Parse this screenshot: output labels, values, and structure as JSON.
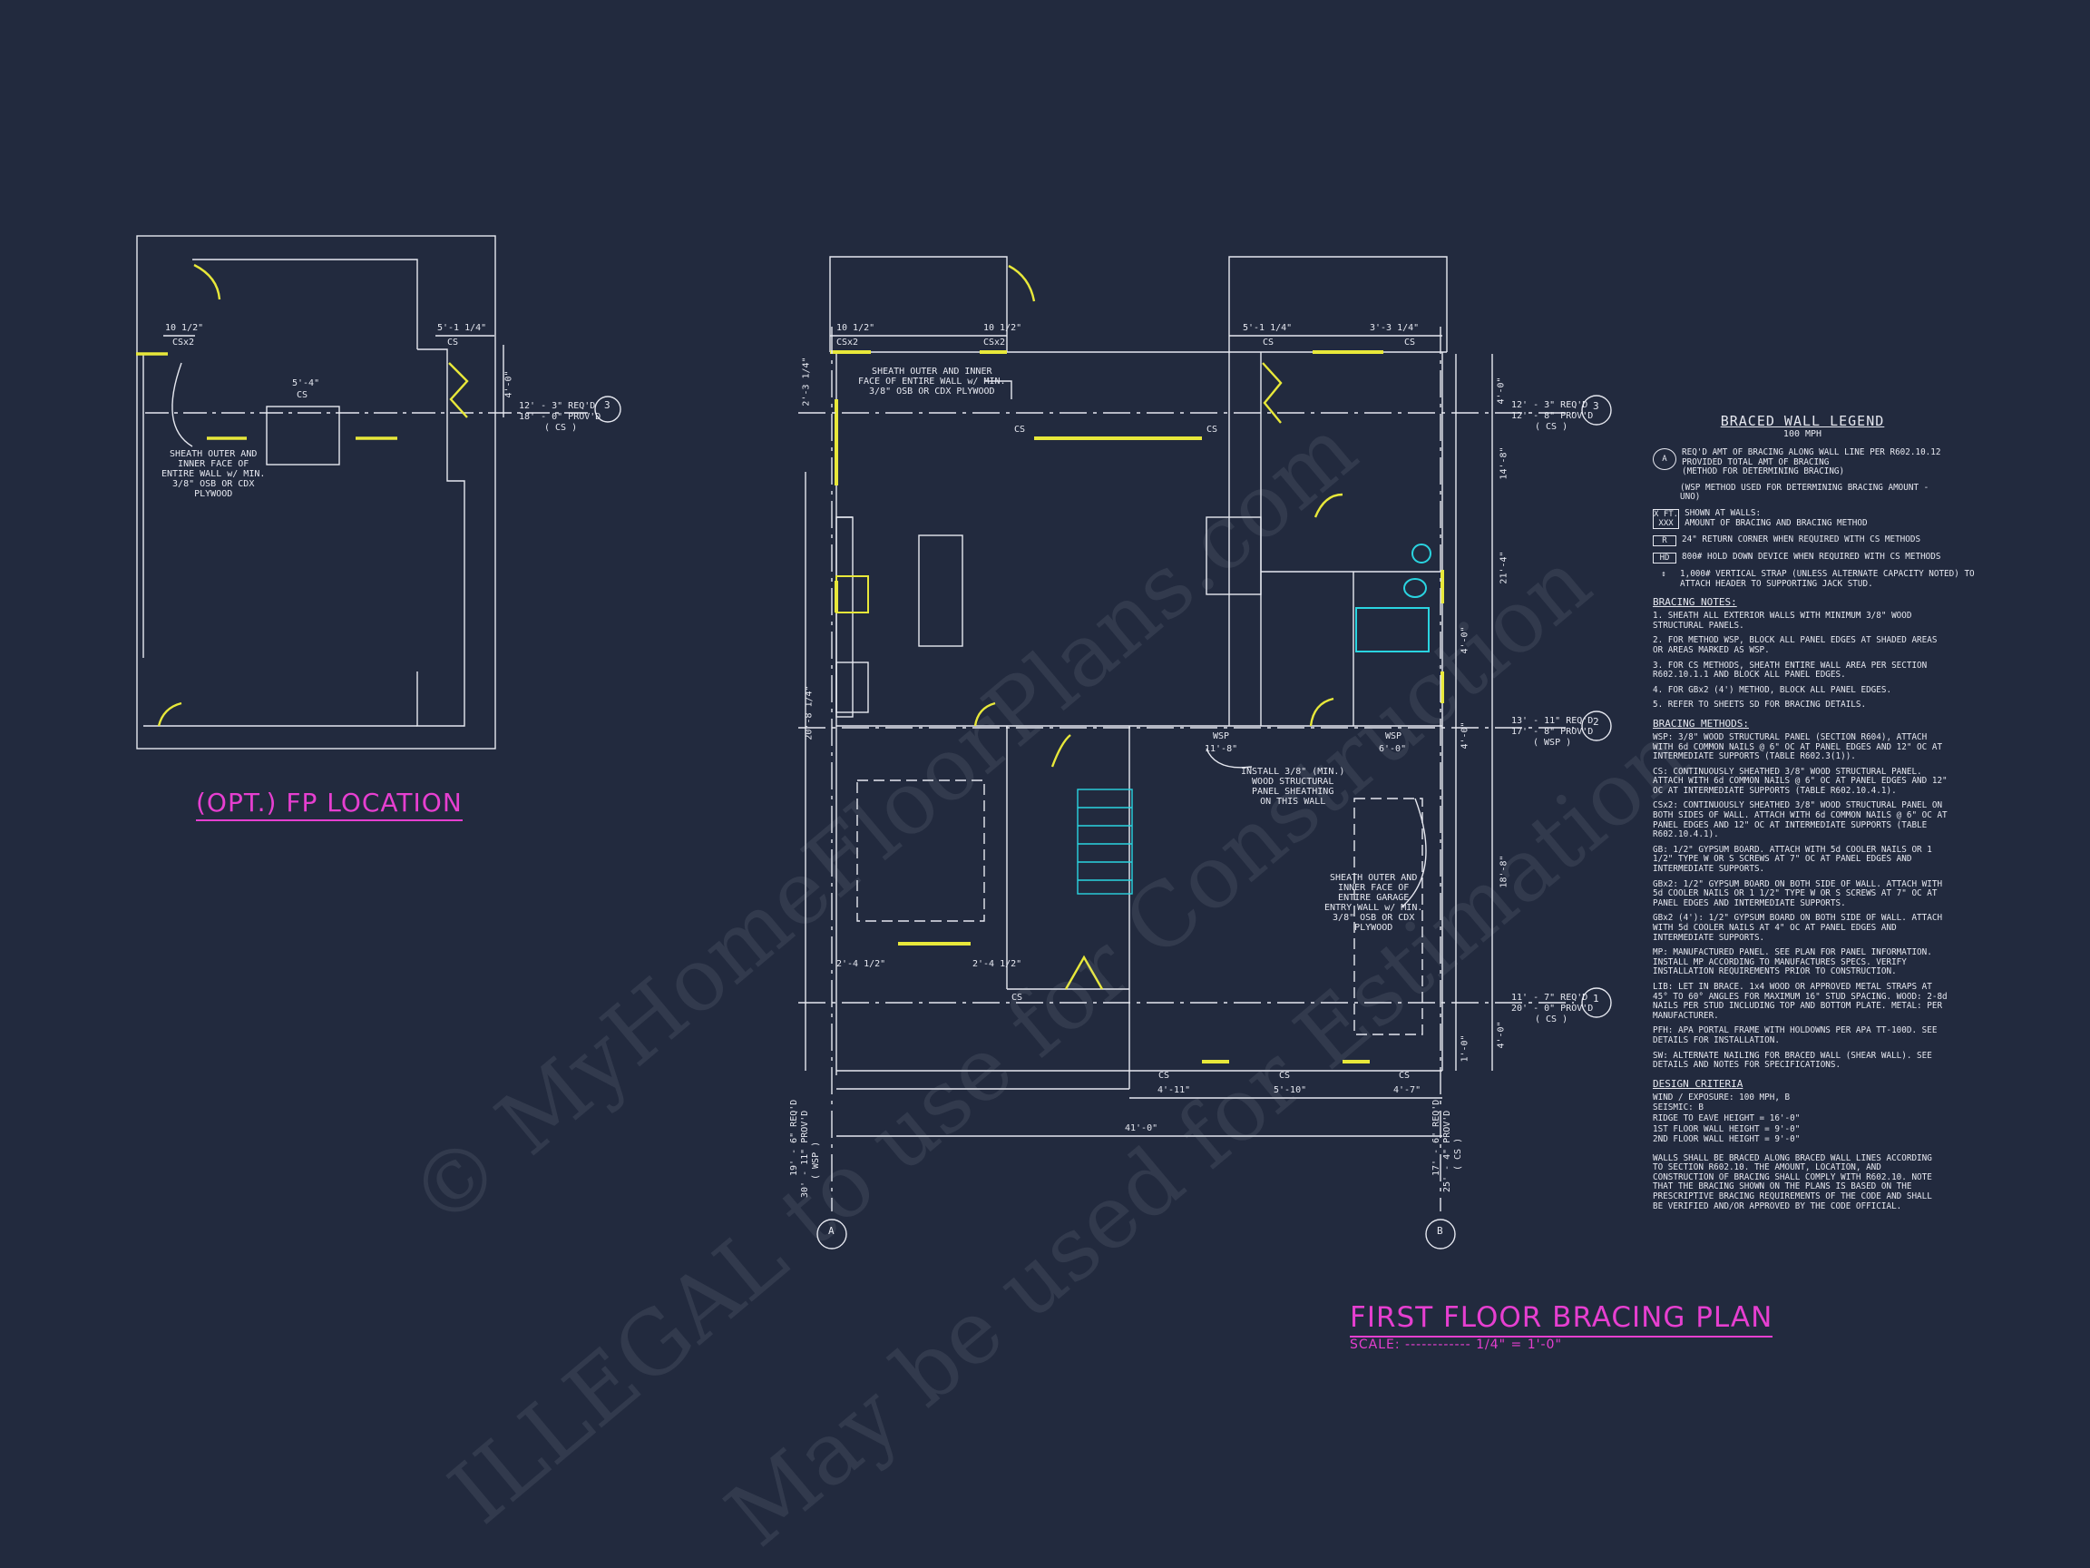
{
  "watermark": {
    "line1": "© MyHomeFloorPlans.com",
    "line2": "ILLEGAL to use for Construction",
    "line3": "May be used for Estimation"
  },
  "fp_location": {
    "title": "(OPT.) FP LOCATION",
    "dims": [
      "10 1/2\"",
      "5'-1 1/4\"",
      "5'-4\""
    ],
    "tags": [
      "CSx2",
      "CS",
      "CS"
    ],
    "req_line": "12' - 3\" REQ'D",
    "prov_line": "18' - 0\" PROV'D",
    "method": "( CS )",
    "grid_label": "3",
    "dim_side": "4'-0\"",
    "note": "SHEATH OUTER AND\nINNER FACE OF\nENTIRE WALL w/ MIN.\n3/8\" OSB OR CDX\nPLYWOOD"
  },
  "main_plan": {
    "title": "FIRST FLOOR BRACING PLAN",
    "scale": "SCALE: ------------ 1/4\" = 1'-0\"",
    "top_dims": [
      "10 1/2\"",
      "10 1/2\"",
      "5'-1 1/4\"",
      "3'-3 1/4\""
    ],
    "top_tags": [
      "CSx2",
      "CSx2",
      "CS",
      "CS"
    ],
    "notes": {
      "sheath_top": "SHEATH OUTER AND INNER\nFACE OF ENTIRE WALL w/ MIN.\n3/8\" OSB OR CDX PLYWOOD",
      "install": "INSTALL 3/8\" (MIN.)\nWOOD STRUCTURAL\nPANEL SHEATHING\nON THIS WALL",
      "sheath_garage": "SHEATH OUTER AND\nINNER FACE OF\nENTIRE GARAGE\nENTRY WALL w/ MIN.\n3/8\" OSB OR CDX\nPLYWOOD"
    },
    "grid_lines": [
      {
        "label": "3",
        "req": "12' - 3\" REQ'D",
        "prov": "12' - 8\" PROV'D",
        "method": "( CS )"
      },
      {
        "label": "2",
        "req": "13' - 11\" REQ'D",
        "prov": "17' - 8\" PROV'D",
        "method": "( WSP )"
      },
      {
        "label": "1",
        "req": "11' - 7\" REQ'D",
        "prov": "20' - 0\" PROV'D",
        "method": "( CS )"
      }
    ],
    "grid_a": {
      "label": "A",
      "req": "19' - 6\" REQ'D",
      "prov": "30' - 11\" PROV'D",
      "method": "( WSP )"
    },
    "grid_b": {
      "label": "B",
      "req": "17' - 6\" REQ'D",
      "prov": "25' - 4\" PROV'D",
      "method": "( CS )"
    },
    "right_dims": [
      "4'-0\"",
      "14'-8\"",
      "21'-4\"",
      "4'-0\"",
      "4'-0\"",
      "18'-8\"",
      "4'-0\"",
      "1'-0\""
    ],
    "left_dims": [
      "2'-3 1/4\"",
      "20'-8 1/4\""
    ],
    "mid_dims": [
      "11'-8\"",
      "6'-0\"",
      "2'-4 1/2\"",
      "2'-4 1/2\""
    ],
    "bottom_dims": [
      "4'-11\"",
      "5'-10\"",
      "4'-7\""
    ],
    "overall": "41'-0\"",
    "tags_misc": [
      "WSP",
      "WSP",
      "CS",
      "CS",
      "CS",
      "CS",
      "CS",
      "CS"
    ]
  },
  "legend": {
    "title": "BRACED WALL LEGEND",
    "subtitle": "100 MPH",
    "rows": [
      {
        "sym": "A",
        "text": "REQ'D AMT OF BRACING ALONG WALL LINE PER R602.10.12\nPROVIDED TOTAL AMT OF BRACING\n(METHOD FOR DETERMINING BRACING)"
      },
      {
        "sym": "",
        "text": "(WSP METHOD USED FOR DETERMINING BRACING AMOUNT - UNO)"
      },
      {
        "sym": "X FT.\nXXX",
        "text": "SHOWN AT WALLS:\nAMOUNT OF BRACING AND BRACING METHOD"
      },
      {
        "sym": "R",
        "text": "24\" RETURN CORNER WHEN REQUIRED WITH CS METHODS"
      },
      {
        "sym": "HD",
        "text": "800# HOLD DOWN DEVICE WHEN REQUIRED WITH CS METHODS"
      },
      {
        "sym": "",
        "text": "1,000# VERTICAL STRAP (UNLESS ALTERNATE CAPACITY NOTED) TO\nATTACH HEADER TO SUPPORTING JACK STUD."
      }
    ],
    "bracing_notes_title": "BRACING NOTES:",
    "bracing_notes": [
      "1. SHEATH ALL EXTERIOR WALLS WITH MINIMUM 3/8\" WOOD STRUCTURAL PANELS.",
      "2. FOR METHOD WSP, BLOCK ALL PANEL EDGES AT SHADED AREAS OR AREAS MARKED AS WSP.",
      "3. FOR CS METHODS, SHEATH ENTIRE WALL AREA PER SECTION R602.10.1.1 AND BLOCK ALL PANEL EDGES.",
      "4. FOR GBx2 (4') METHOD, BLOCK ALL PANEL EDGES.",
      "5. REFER TO SHEETS SD FOR BRACING DETAILS."
    ],
    "methods_title": "BRACING METHODS:",
    "methods": [
      "WSP: 3/8\" WOOD STRUCTURAL PANEL (SECTION R604), ATTACH WITH 6d COMMON NAILS @ 6\" OC AT PANEL EDGES AND 12\" OC AT INTERMEDIATE SUPPORTS (TABLE R602.3(1)).",
      "CS: CONTINUOUSLY SHEATHED 3/8\" WOOD STRUCTURAL PANEL. ATTACH WITH 6d COMMON NAILS @ 6\" OC AT PANEL EDGES AND 12\" OC AT INTERMEDIATE SUPPORTS (TABLE R602.10.4.1).",
      "CSx2: CONTINUOUSLY SHEATHED 3/8\" WOOD STRUCTURAL PANEL ON BOTH SIDES OF WALL. ATTACH WITH 6d COMMON NAILS @ 6\" OC AT PANEL EDGES AND 12\" OC AT INTERMEDIATE SUPPORTS (TABLE R602.10.4.1).",
      "GB: 1/2\" GYPSUM BOARD. ATTACH WITH 5d COOLER NAILS OR 1 1/2\" TYPE W OR S SCREWS AT 7\" OC AT PANEL EDGES AND INTERMEDIATE SUPPORTS.",
      "GBx2: 1/2\" GYPSUM BOARD ON BOTH SIDE OF WALL. ATTACH WITH 5d COOLER NAILS OR 1 1/2\" TYPE W OR S SCREWS AT 7\" OC AT PANEL EDGES AND INTERMEDIATE SUPPORTS.",
      "GBx2 (4'): 1/2\" GYPSUM BOARD ON BOTH SIDE OF WALL. ATTACH WITH 5d COOLER NAILS AT 4\" OC AT PANEL EDGES AND INTERMEDIATE SUPPORTS.",
      "MP: MANUFACTURED PANEL. SEE PLAN FOR PANEL INFORMATION. INSTALL MP ACCORDING TO MANUFACTURES SPECS. VERIFY INSTALLATION REQUIREMENTS PRIOR TO CONSTRUCTION.",
      "LIB: LET IN BRACE. 1x4 WOOD OR APPROVED METAL STRAPS AT 45° TO 60° ANGLES FOR MAXIMUM 16\" STUD SPACING. WOOD: 2-8d NAILS PER STUD INCLUDING TOP AND BOTTOM PLATE. METAL: PER MANUFACTURER.",
      "PFH: APA PORTAL FRAME WITH HOLDOWNS PER APA TT-100D. SEE DETAILS FOR INSTALLATION.",
      "SW: ALTERNATE NAILING FOR BRACED WALL (SHEAR WALL). SEE DETAILS AND NOTES FOR SPECIFICATIONS."
    ],
    "design_title": "DESIGN CRITERIA",
    "design": [
      "WIND / EXPOSURE:  100 MPH, B",
      "SEISMIC:  B",
      "RIDGE TO EAVE HEIGHT = 16'-0\"",
      "1ST FLOOR WALL HEIGHT = 9'-0\"",
      "2ND FLOOR WALL HEIGHT = 9'-0\""
    ],
    "closing": "WALLS SHALL BE BRACED ALONG BRACED WALL LINES ACCORDING TO SECTION R602.10. THE AMOUNT, LOCATION, AND CONSTRUCTION OF BRACING SHALL COMPLY WITH R602.10. NOTE THAT THE BRACING SHOWN ON THE PLANS IS BASED ON THE PRESCRIPTIVE BRACING REQUIREMENTS OF THE CODE AND SHALL BE VERIFIED AND/OR APPROVED BY THE CODE OFFICIAL."
  },
  "colors": {
    "background": "#222a3e",
    "lines": "#e6e8f0",
    "braced_wall": "#e8e83a",
    "title": "#e63fd0",
    "fixture": "#2ad4e0"
  }
}
